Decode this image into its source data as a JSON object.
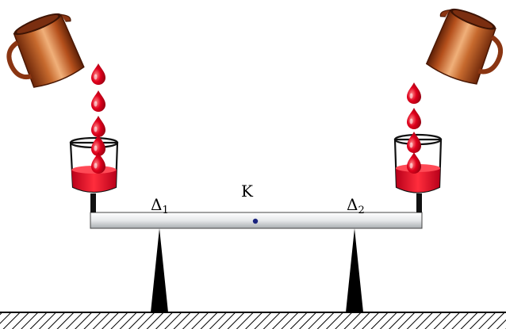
{
  "labels": {
    "center_point": "K",
    "support_left": "Δ",
    "support_left_sub": "1",
    "support_right": "Δ",
    "support_right_sub": "2"
  },
  "colors": {
    "liquid": "#d8001c",
    "jug": "#b5501c",
    "beam": "#e6e8ea",
    "support": "#000000",
    "center_dot": "#1a237e"
  },
  "icons": {
    "jug_left": "pitcher-icon",
    "jug_right": "pitcher-icon",
    "drop": "drop-icon"
  }
}
